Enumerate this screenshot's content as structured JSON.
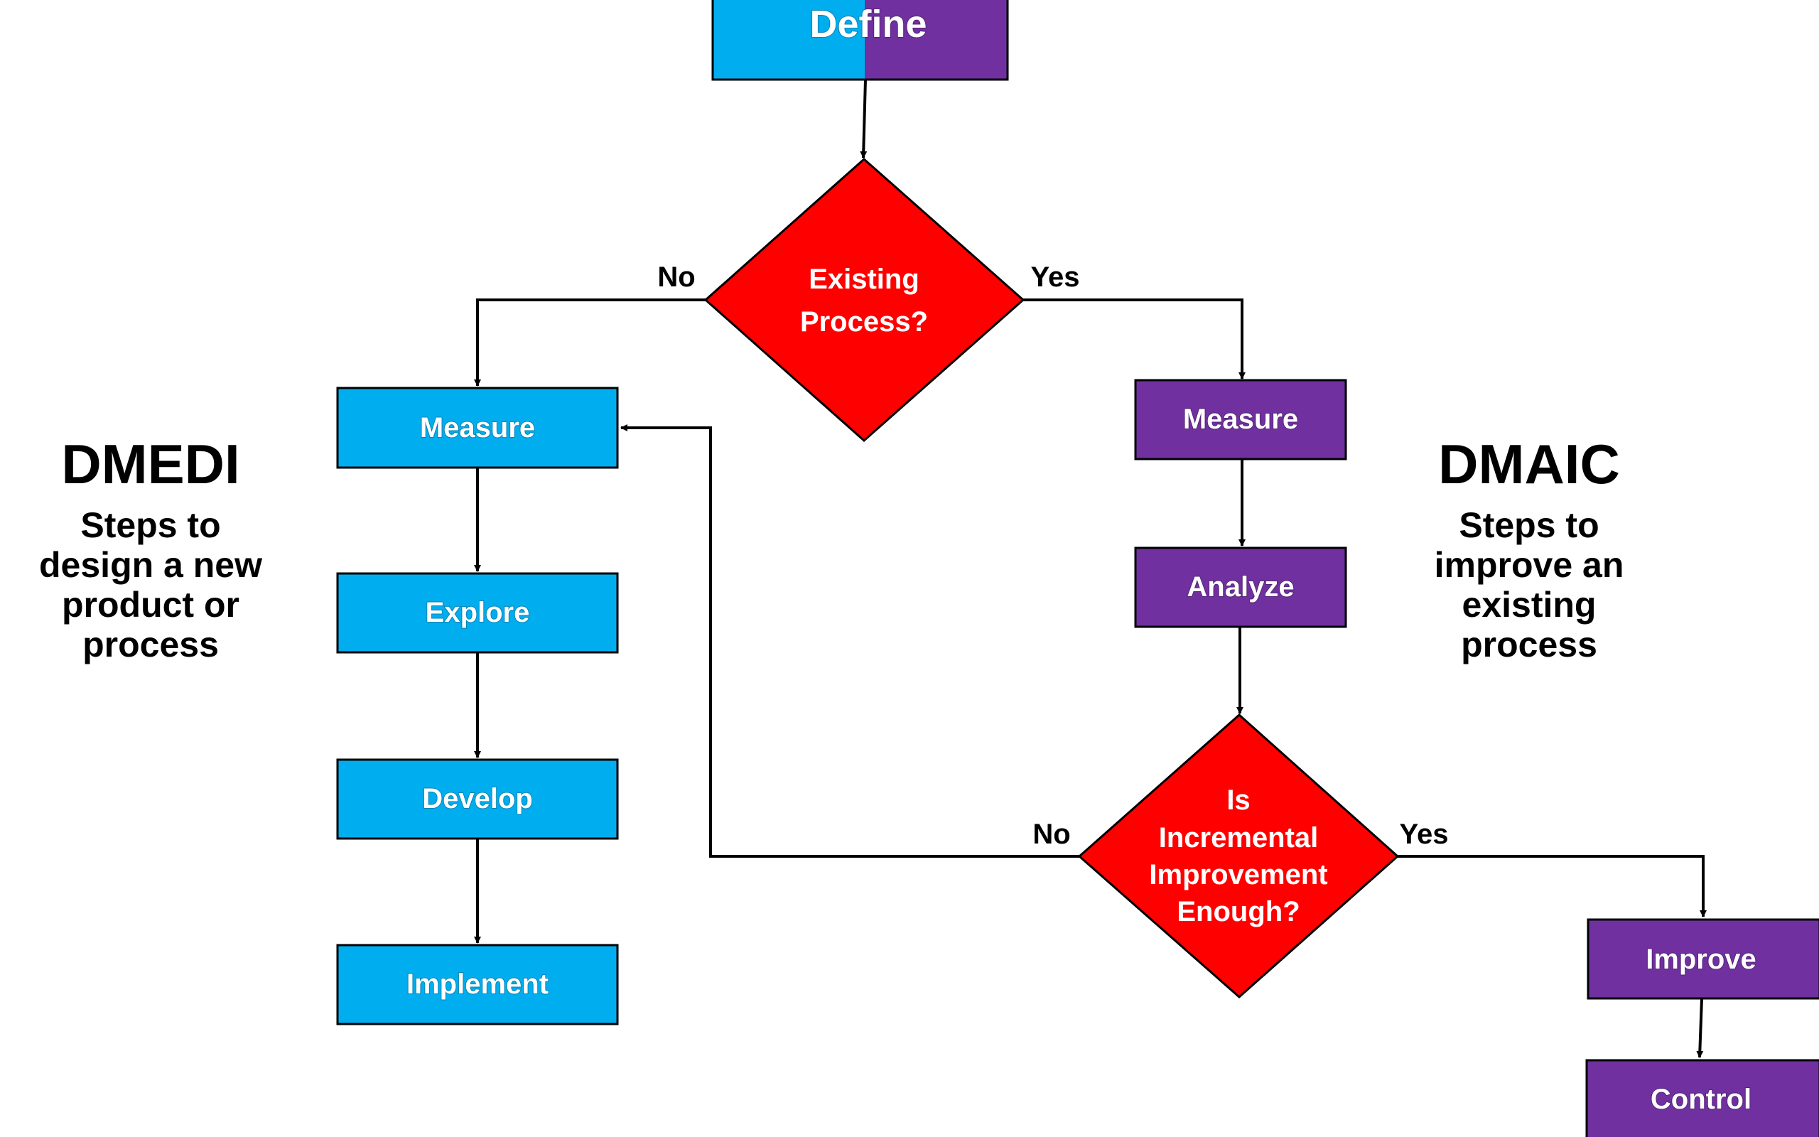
{
  "colors": {
    "dmedi_blue": "#00AEEF",
    "dmaic_purple": "#7030A0",
    "decision_red": "#FF0000",
    "line": "#000000"
  },
  "nodes": {
    "define": "Define",
    "existing_process": [
      "Existing",
      "Process?"
    ],
    "dmedi_measure": "Measure",
    "explore": "Explore",
    "develop": "Develop",
    "implement": "Implement",
    "dmaic_measure": "Measure",
    "analyze": "Analyze",
    "incremental": [
      "Is",
      "Incremental",
      "Improvement",
      "Enough?"
    ],
    "improve": "Improve",
    "control": "Control"
  },
  "edge_labels": {
    "existing_no": "No",
    "existing_yes": "Yes",
    "incremental_no": "No",
    "incremental_yes": "Yes"
  },
  "dmedi": {
    "title": "DMEDI",
    "caption": [
      "Steps to",
      "design a new",
      "product or",
      "process"
    ]
  },
  "dmaic": {
    "title": "DMAIC",
    "caption": [
      "Steps to",
      "improve an",
      "existing",
      "process"
    ]
  }
}
